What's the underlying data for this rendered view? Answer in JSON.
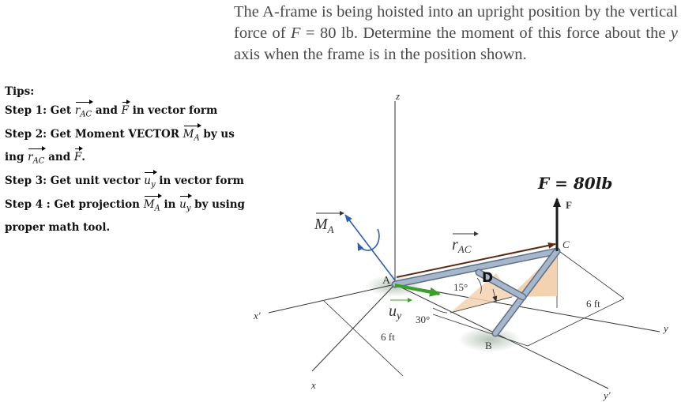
{
  "problem": {
    "text_part1": "The A-frame is being hoisted into an upright position by the vertical force of ",
    "F_symbol": "F",
    "text_part2": " = 80 lb. Determine the moment of this force about the ",
    "y_symbol": "y",
    "text_part3": " axis when the frame is in the position shown."
  },
  "tips": {
    "title": "Tips:",
    "step1_a": "Step 1: Get",
    "step1_b": "and",
    "step1_c": "in vector form",
    "step2_a": "Step 2: Get Moment VECTOR",
    "step2_b": "by us",
    "step2_c": "ing",
    "step2_d": "and",
    "step2_e": ".",
    "step3_a": "Step 3: Get unit vector",
    "step3_b": "in vector form",
    "step4_a": "Step 4 : Get projection",
    "step4_b": "in",
    "step4_c": "by using",
    "step4_d": "proper math tool.",
    "r_base": "r",
    "r_sub": "AC",
    "F_sym": "F",
    "M_base": "M",
    "M_sub": "A",
    "u_base": "u",
    "u_sub": "y"
  },
  "figure": {
    "z_label": "z",
    "x_label": "x",
    "x_prime_label": "x'",
    "y_label": "y",
    "y_prime_label": "y'",
    "A_label": "A",
    "B_label": "B",
    "C_label": "C",
    "F_label": "F",
    "D_label": "D",
    "force_label": "F = 80lb",
    "angle_15": "15°",
    "angle_30": "30°",
    "dim_6ft_a": "6 ft",
    "dim_6ft_b": "6 ft",
    "MA_base": "M",
    "MA_sub": "A",
    "rAC_base": "r",
    "rAC_sub": "AC",
    "uy_base": "u",
    "uy_sub": "y",
    "colors": {
      "member": "#8fa3bd",
      "r_vector": "#5a2a10",
      "M_vector": "#2f5fb0",
      "u_vector": "#3aa02a",
      "triangle": "#f2d2b0"
    }
  }
}
